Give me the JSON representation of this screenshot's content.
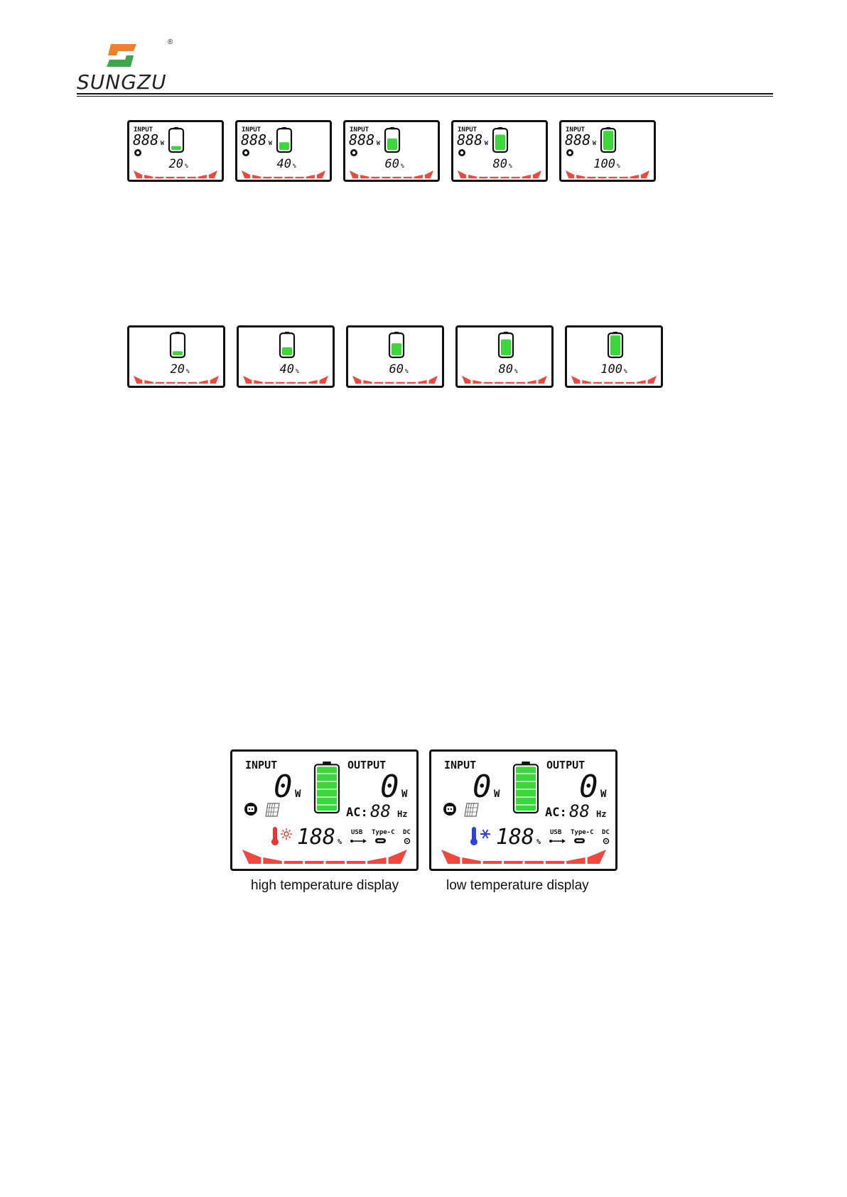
{
  "header": {
    "brand": "SUNGZU",
    "registered": "®"
  },
  "row1": {
    "input_label": "INPUT",
    "watt_digits": "888",
    "watt_unit": "W",
    "levels": [
      {
        "percent": "20",
        "fill": 0.2
      },
      {
        "percent": "40",
        "fill": 0.4
      },
      {
        "percent": "60",
        "fill": 0.6
      },
      {
        "percent": "80",
        "fill": 0.8
      },
      {
        "percent": "100",
        "fill": 1.0
      }
    ]
  },
  "row2": {
    "levels": [
      {
        "percent": "20",
        "fill": 0.2
      },
      {
        "percent": "40",
        "fill": 0.4
      },
      {
        "percent": "60",
        "fill": 0.6
      },
      {
        "percent": "80",
        "fill": 0.8
      },
      {
        "percent": "100",
        "fill": 1.0
      }
    ]
  },
  "percent_sign": "%",
  "temperature_displays": [
    {
      "input_label": "INPUT",
      "output_label": "OUTPUT",
      "input_value": "0",
      "output_value": "0",
      "watt_unit": "W",
      "ac_label": "AC:",
      "ac_value": "88",
      "hz_unit": "Hz",
      "battery_percent": "188",
      "usb_label": "USB",
      "typec_label": "Type-C",
      "dc_label": "DC",
      "temp_icon": "thermometer-hot-icon",
      "temp_color": "#e8372f",
      "caption": "high temperature display"
    },
    {
      "input_label": "INPUT",
      "output_label": "OUTPUT",
      "input_value": "0",
      "output_value": "0",
      "watt_unit": "W",
      "ac_label": "AC:",
      "ac_value": "88",
      "hz_unit": "Hz",
      "battery_percent": "188",
      "usb_label": "USB",
      "typec_label": "Type-C",
      "dc_label": "DC",
      "temp_icon": "thermometer-cold-icon",
      "temp_color": "#2b44d6",
      "caption": "low temperature display"
    }
  ],
  "colors": {
    "battery_green": "#3ad63a",
    "bar_red": "#f0473e",
    "logo_orange": "#f0802a",
    "logo_green": "#3fa64a"
  }
}
